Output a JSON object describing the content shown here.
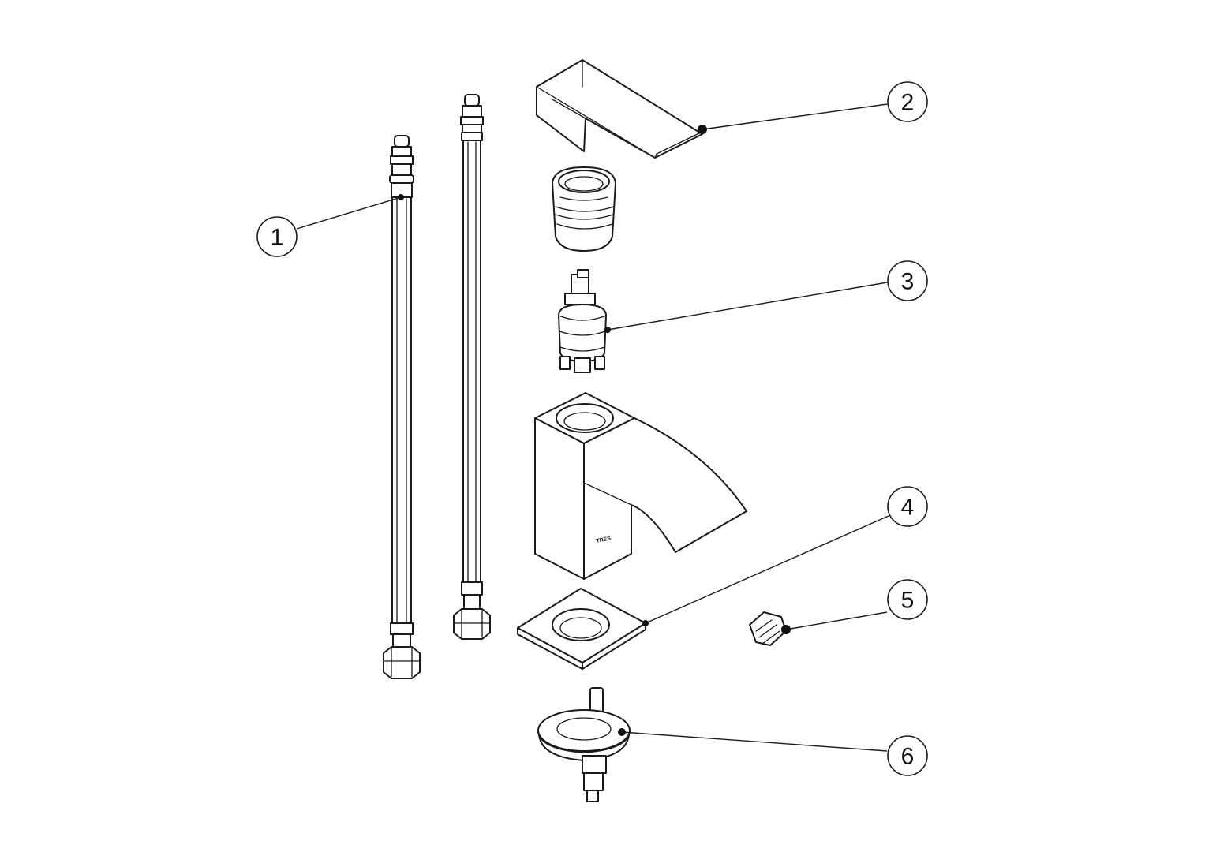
{
  "callouts": [
    {
      "id": "1",
      "label": "1"
    },
    {
      "id": "2",
      "label": "2"
    },
    {
      "id": "3",
      "label": "3"
    },
    {
      "id": "4",
      "label": "4"
    },
    {
      "id": "5",
      "label": "5"
    },
    {
      "id": "6",
      "label": "6"
    }
  ],
  "body_mark": "TRES",
  "colors": {
    "line": "#1a1a1a",
    "background": "#ffffff"
  }
}
